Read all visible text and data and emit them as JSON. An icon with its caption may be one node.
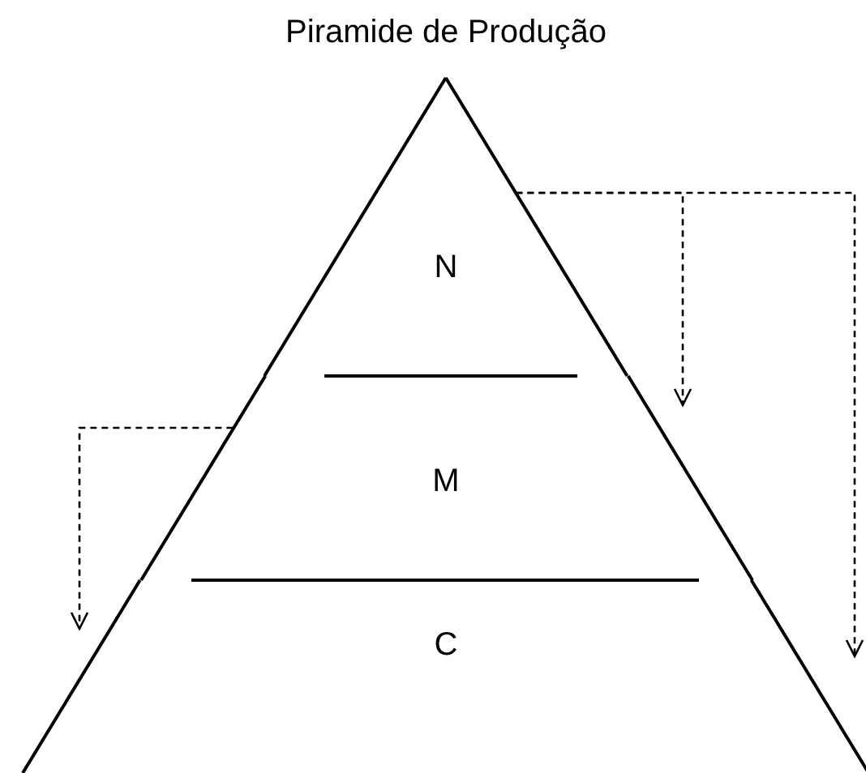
{
  "diagram": {
    "title": "Piramide de Produção",
    "nodes": [
      {
        "text": [
          "N"
        ]
      },
      {
        "text": [
          "M"
        ]
      },
      {
        "text": [
          "C"
        ]
      }
    ],
    "edges": [
      {
        "from": 0,
        "to": 1,
        "arrow": "to",
        "style": "dashed"
      },
      {
        "from": 0,
        "to": 2,
        "arrow": "to",
        "style": "dashed"
      },
      {
        "from": 1,
        "to": 2,
        "arrow": "to",
        "style": "dashed"
      }
    ]
  }
}
